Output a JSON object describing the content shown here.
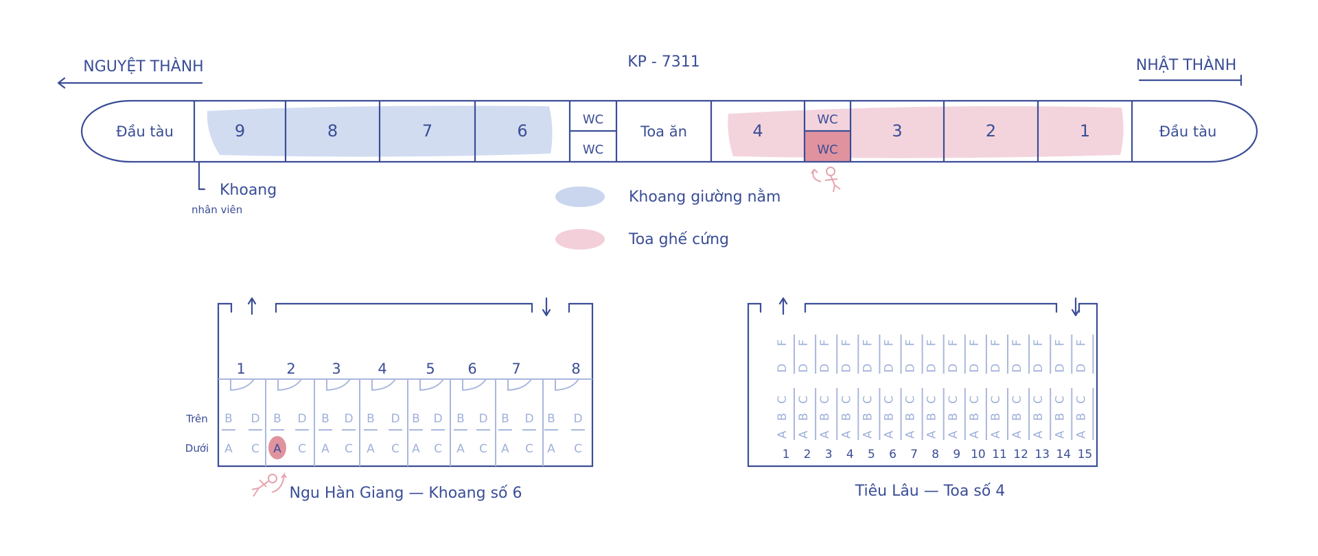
{
  "title": "KP - 7311",
  "directions": {
    "left": "NGUYỆT THÀNH",
    "right": "NHẬT THÀNH"
  },
  "colors": {
    "ink": "#3a4d96",
    "sleeper": "#c9d6ee",
    "hard_seat": "#f2cfd9",
    "highlight": "#e0939f",
    "seat_letter": "#9fb0db"
  },
  "train": {
    "sections": [
      {
        "label": "Đầu tàu",
        "type": "engine"
      },
      {
        "label": "9",
        "type": "sleeper"
      },
      {
        "label": "8",
        "type": "sleeper"
      },
      {
        "label": "7",
        "type": "sleeper"
      },
      {
        "label": "6",
        "type": "sleeper"
      },
      {
        "label": "WC",
        "label2": "WC",
        "type": "wc"
      },
      {
        "label": "Toa ăn",
        "type": "dining"
      },
      {
        "label": "4",
        "type": "hard_seat"
      },
      {
        "label": "WC",
        "label2": "WC",
        "type": "wc",
        "highlight_lower": true
      },
      {
        "label": "3",
        "type": "hard_seat"
      },
      {
        "label": "2",
        "type": "hard_seat"
      },
      {
        "label": "1",
        "type": "hard_seat"
      },
      {
        "label": "Đầu tàu",
        "type": "engine"
      }
    ],
    "staff_note": {
      "line1": "Khoang",
      "line2": "nhân viên"
    }
  },
  "legend": [
    {
      "label": "Khoang giường nằm",
      "color": "#c9d6ee"
    },
    {
      "label": "Toa ghế cứng",
      "color": "#f2cfd9"
    }
  ],
  "sleeper_car": {
    "caption": "Ngu Hàn Giang — Khoang số 6",
    "row_labels": {
      "upper": "Trên",
      "lower": "Dưới"
    },
    "compartments": [
      "1",
      "2",
      "3",
      "4",
      "5",
      "6",
      "7",
      "8"
    ],
    "upper_berths": [
      "B",
      "D"
    ],
    "lower_berths": [
      "A",
      "C"
    ],
    "highlighted": {
      "compartment": "2",
      "berth": "A"
    }
  },
  "seat_car": {
    "caption": "Tiêu Lâu — Toa số 4",
    "rows": [
      "1",
      "2",
      "3",
      "4",
      "5",
      "6",
      "7",
      "8",
      "9",
      "10",
      "11",
      "12",
      "13",
      "14",
      "15"
    ],
    "upper_seats": [
      "F",
      "D"
    ],
    "lower_seats": [
      "C",
      "B",
      "A"
    ]
  }
}
